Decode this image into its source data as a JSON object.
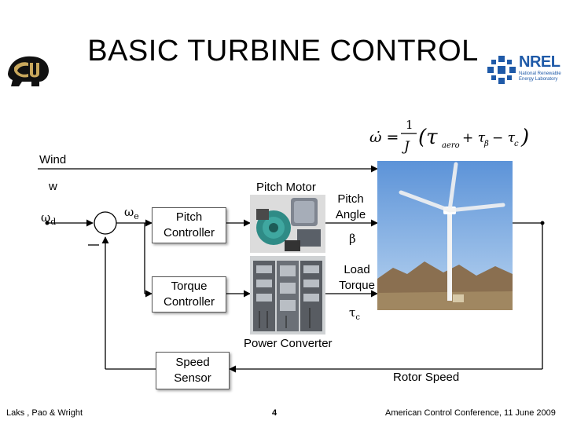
{
  "title": "BASIC TURBINE CONTROL",
  "logos": {
    "left": "CU",
    "right_name": "NREL",
    "right_sub": "National Renewable Energy Laboratory"
  },
  "equation": {
    "lhs": "ω̇ =",
    "num": "1",
    "den": "J",
    "rhs": "(τ",
    "tau_aero_sub": "aero",
    "plus": "+ τ",
    "tau_beta_sub": "β",
    "minus": "− τ",
    "tau_c_sub": "c",
    "close": ")"
  },
  "labels": {
    "wind": "Wind",
    "w": "w",
    "omega_d": "ω",
    "omega_d_sub": "d",
    "omega_e": "ω",
    "omega_e_sub": "e",
    "minus_sign": "−",
    "pitch_motor": "Pitch Motor",
    "pitch_angle": "Pitch Angle",
    "beta": "β",
    "load_torque": "Load Torque",
    "tau_c": "τ",
    "tau_c_sub": "c",
    "power_converter": "Power Converter",
    "rotor_speed": "Rotor Speed"
  },
  "blocks": {
    "pitch_controller": "Pitch Controller",
    "torque_controller": "Torque Controller",
    "speed_sensor": "Speed Sensor"
  },
  "footer": {
    "authors": "Laks , Pao & Wright",
    "page": "4",
    "conference": "American Control Conference, 11 June 2009"
  },
  "colors": {
    "nrel_blue": "#1f5aa8",
    "sky": "#7fb1e6",
    "mountain": "#8a6f50"
  }
}
